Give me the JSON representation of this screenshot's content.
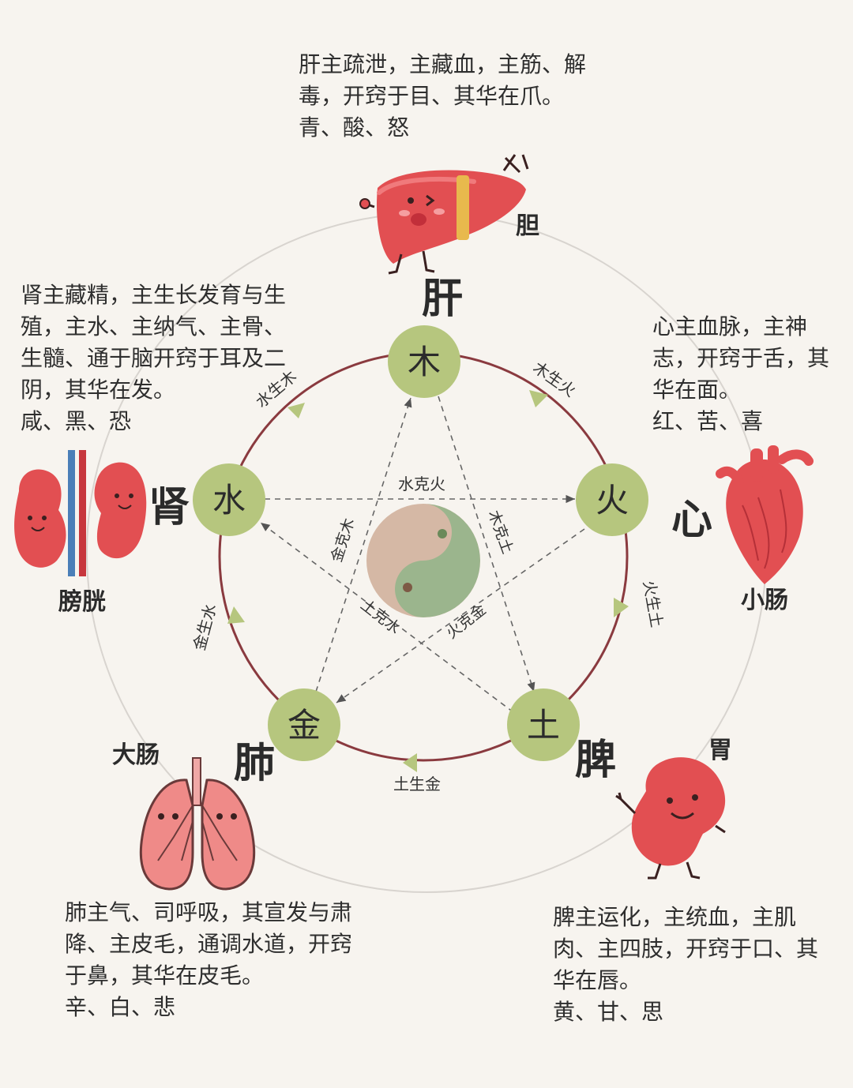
{
  "elements": {
    "wood": {
      "char": "木",
      "zang": "肝",
      "fu": "胆"
    },
    "fire": {
      "char": "火",
      "zang": "心",
      "fu": "小肠"
    },
    "earth": {
      "char": "土",
      "zang": "脾",
      "fu": "胃"
    },
    "metal": {
      "char": "金",
      "zang": "肺",
      "fu": "大肠"
    },
    "water": {
      "char": "水",
      "zang": "肾",
      "fu": "膀胱"
    }
  },
  "generating": {
    "wood_fire": "木生火",
    "fire_earth": "火生土",
    "earth_metal": "土生金",
    "metal_water": "金生水",
    "water_wood": "水生木"
  },
  "controlling": {
    "water_fire": "水克火",
    "wood_earth": "木克土",
    "fire_metal": "火克金",
    "earth_water": "土克水",
    "metal_wood": "金克木"
  },
  "descriptions": {
    "liver": "肝主疏泄，主藏血，主筋、解\n毒，开窍于目、其华在爪。\n青、酸、怒",
    "kidney": "肾主藏精，主生长发育与生\n殖，主水、主纳气、主骨、\n生髓、通于脑开窍于耳及二\n阴，其华在发。\n咸、黑、恐",
    "heart": "心主血脉，主神\n志，开窍于舌，其\n华在面。\n红、苦、喜",
    "lung": "肺主气、司呼吸，其宣发与肃\n降、主皮毛，通调水道，开窍\n于鼻，其华在皮毛。\n辛、白、悲",
    "spleen": "脾主运化，主统血，主肌\n肉、主四肢，开窍于口、其\n华在唇。\n黄、甘、思"
  },
  "colors": {
    "background": "#f7f4ef",
    "element_fill": "#b6c67e",
    "ring": "#8a3a3f",
    "arrow": "#b6c67e",
    "organ_red": "#e24f52"
  }
}
